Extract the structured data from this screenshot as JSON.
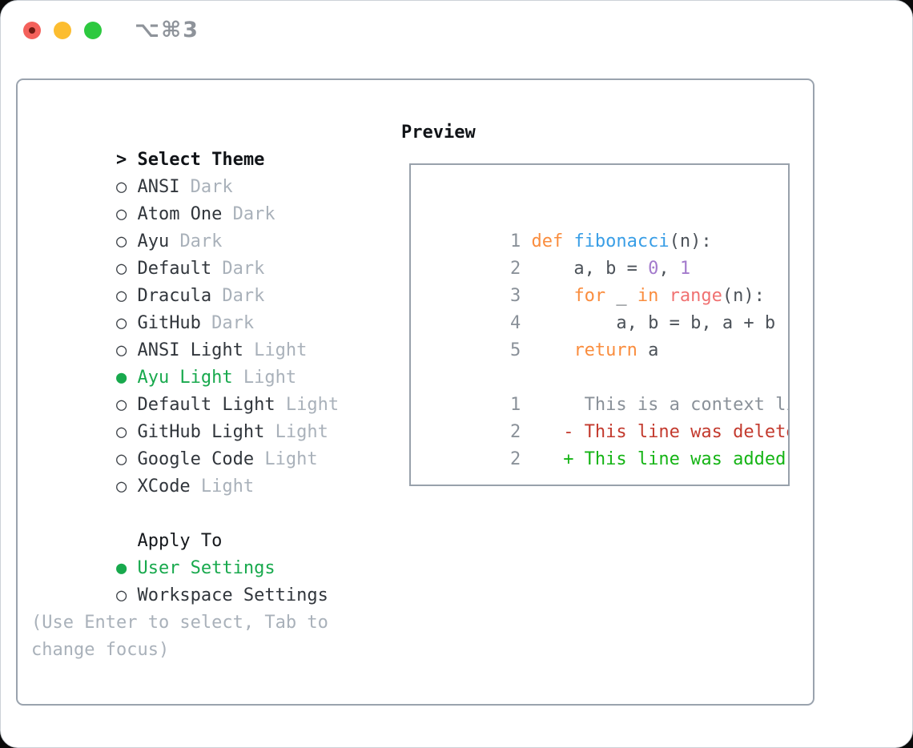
{
  "window": {
    "title_shortcut": "⌥⌘3",
    "traffic_lights": {
      "red": "#f4615b",
      "red_inner_dot": "#701a12",
      "yellow": "#fcbd30",
      "green": "#2dc93f"
    }
  },
  "theme_panel": {
    "header": {
      "marker": ">",
      "label": "Select Theme"
    },
    "items": [
      {
        "marker": "○",
        "name": "ANSI",
        "tag": "Dark",
        "selected": false
      },
      {
        "marker": "○",
        "name": "Atom One",
        "tag": "Dark",
        "selected": false
      },
      {
        "marker": "○",
        "name": "Ayu",
        "tag": "Dark",
        "selected": false
      },
      {
        "marker": "○",
        "name": "Default",
        "tag": "Dark",
        "selected": false
      },
      {
        "marker": "○",
        "name": "Dracula",
        "tag": "Dark",
        "selected": false
      },
      {
        "marker": "○",
        "name": "GitHub",
        "tag": "Dark",
        "selected": false
      },
      {
        "marker": "○",
        "name": "ANSI Light",
        "tag": "Light",
        "selected": false
      },
      {
        "marker": "●",
        "name": "Ayu Light",
        "tag": "Light",
        "selected": true
      },
      {
        "marker": "○",
        "name": "Default Light",
        "tag": "Light",
        "selected": false
      },
      {
        "marker": "○",
        "name": "GitHub Light",
        "tag": "Light",
        "selected": false
      },
      {
        "marker": "○",
        "name": "Google Code",
        "tag": "Light",
        "selected": false
      },
      {
        "marker": "○",
        "name": "XCode",
        "tag": "Light",
        "selected": false
      }
    ],
    "apply_to": {
      "label": "Apply To",
      "options": [
        {
          "marker": "●",
          "label": "User Settings",
          "selected": true
        },
        {
          "marker": "○",
          "label": "Workspace Settings",
          "selected": false
        }
      ]
    },
    "hint_line1": "(Use Enter to select, Tab to",
    "hint_line2": "change focus)"
  },
  "preview": {
    "header": "Preview",
    "code_lines": [
      {
        "num": "1",
        "tokens": [
          {
            "text": "def ",
            "style": "keyword"
          },
          {
            "text": "fibonacci",
            "style": "function"
          },
          {
            "text": "(n):",
            "style": "plain"
          }
        ]
      },
      {
        "num": "2",
        "tokens": [
          {
            "text": "    a, b = ",
            "style": "plain"
          },
          {
            "text": "0",
            "style": "number"
          },
          {
            "text": ", ",
            "style": "plain"
          },
          {
            "text": "1",
            "style": "number"
          }
        ]
      },
      {
        "num": "3",
        "tokens": [
          {
            "text": "    ",
            "style": "plain"
          },
          {
            "text": "for ",
            "style": "keyword"
          },
          {
            "text": "_ ",
            "style": "plain"
          },
          {
            "text": "in ",
            "style": "keyword"
          },
          {
            "text": "range",
            "style": "builtin"
          },
          {
            "text": "(n):",
            "style": "plain"
          }
        ]
      },
      {
        "num": "4",
        "tokens": [
          {
            "text": "        a, b = b, a + b",
            "style": "plain"
          }
        ]
      },
      {
        "num": "5",
        "tokens": [
          {
            "text": "    ",
            "style": "plain"
          },
          {
            "text": "return ",
            "style": "keyword"
          },
          {
            "text": "a",
            "style": "plain"
          }
        ]
      }
    ],
    "diff_lines": [
      {
        "num": "1",
        "marker": "",
        "text": "This is a context line.",
        "type": "context"
      },
      {
        "num": "2",
        "marker": "-",
        "text": "This line was deleted.",
        "type": "deleted"
      },
      {
        "num": "2",
        "marker": "+",
        "text": "This line was added.",
        "type": "added"
      }
    ]
  },
  "colors": {
    "selection_green": "#18a94d",
    "diff_added_green": "#15b415",
    "diff_deleted_red": "#c33a2e",
    "keyword_orange": "#fa8d3e",
    "function_blue": "#399ee6",
    "builtin_salmon": "#f07171",
    "number_purple": "#a37acc",
    "muted_gray": "#a9b1ba",
    "line_number_gray": "#8a9199",
    "border_gray": "#98a1ab"
  }
}
